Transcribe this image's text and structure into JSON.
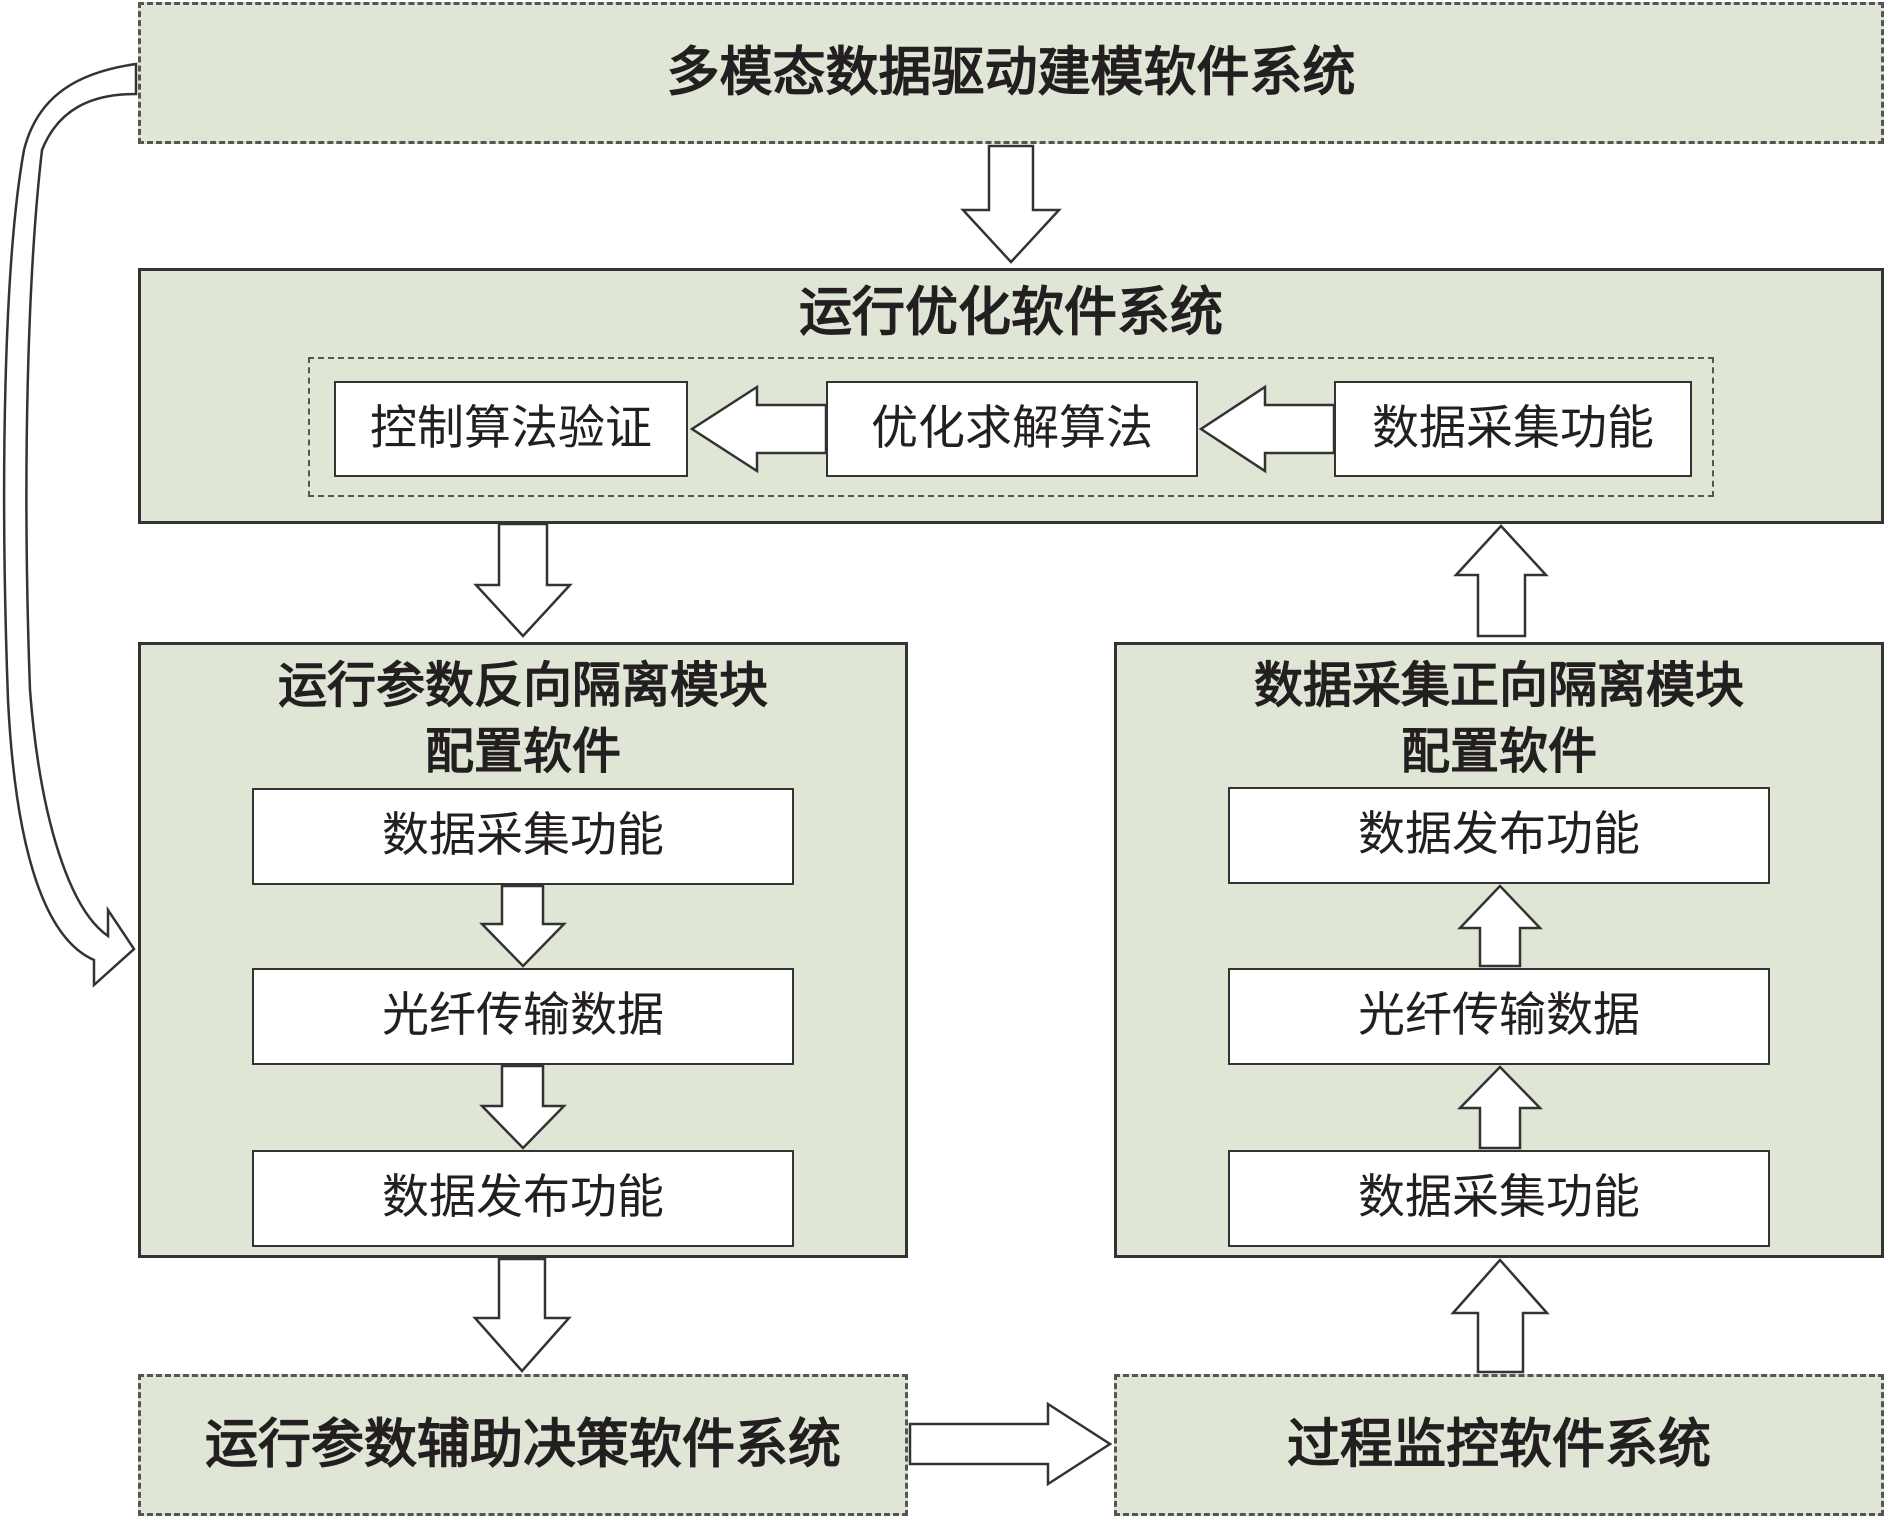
{
  "top_system": "多模态数据驱动建模软件系统",
  "optimization": {
    "title": "运行优化软件系统",
    "steps": [
      "控制算法验证",
      "优化求解算法",
      "数据采集功能"
    ]
  },
  "reverse_module": {
    "title_line1": "运行参数反向隔离模块",
    "title_line2": "配置软件",
    "steps": [
      "数据采集功能",
      "光纤传输数据",
      "数据发布功能"
    ]
  },
  "forward_module": {
    "title_line1": "数据采集正向隔离模块",
    "title_line2": "配置软件",
    "steps": [
      "数据发布功能",
      "光纤传输数据",
      "数据采集功能"
    ]
  },
  "decision_system": "运行参数辅助决策软件系统",
  "monitor_system": "过程监控软件系统",
  "colors": {
    "module_fill": "#e0e6d6",
    "border": "#333333",
    "arrow_fill": "#ffffff"
  }
}
